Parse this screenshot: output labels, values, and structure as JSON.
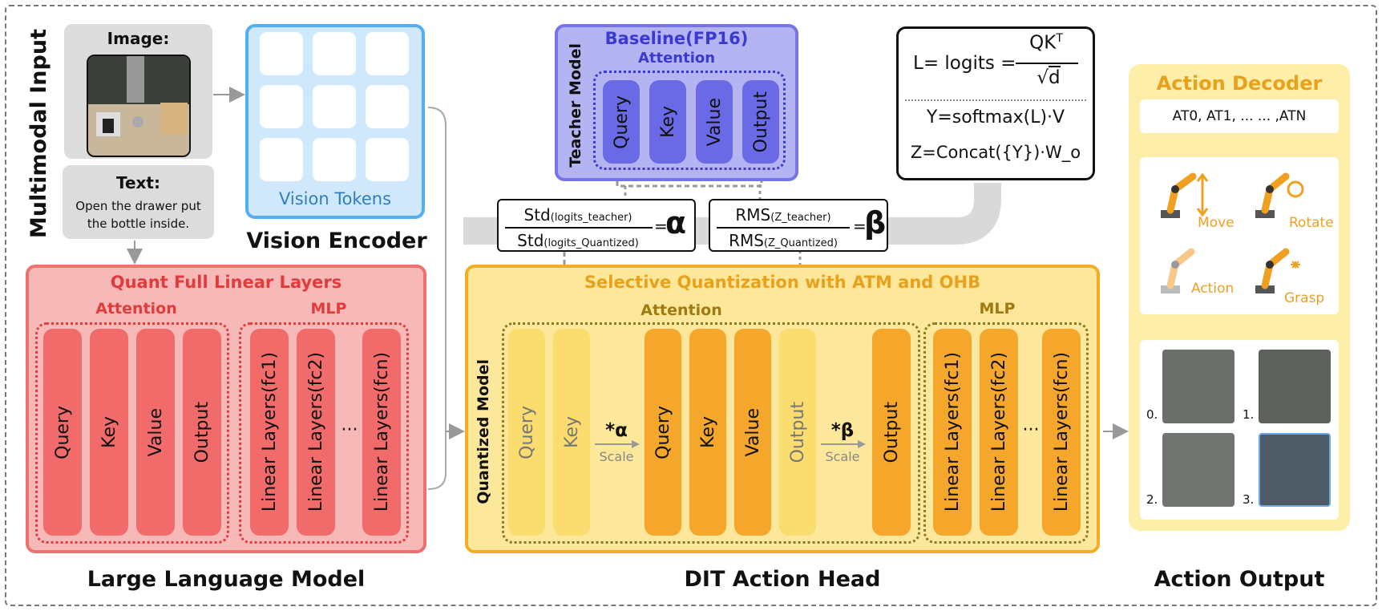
{
  "input": {
    "section_title": "Multimodal Input",
    "image_label": "Image:",
    "text_label": "Text:",
    "instruction": "Open the drawer put the bottle inside."
  },
  "vision_encoder": {
    "tokens_label": "Vision Tokens",
    "title": "Vision Encoder"
  },
  "llm": {
    "box_title": "Quant Full Linear Layers",
    "attention_label": "Attention",
    "mlp_label": "MLP",
    "attention_bars": [
      "Query",
      "Key",
      "Value",
      "Output"
    ],
    "mlp_bars": [
      "Linear Layers(fc1)",
      "Linear Layers(fc2)",
      "Linear Layers(fcn)"
    ],
    "ellipsis": "···",
    "footer": "Large Language Model"
  },
  "teacher": {
    "side_label": "Teacher Model",
    "title": "Baseline(FP16)",
    "attention_label": "Attention",
    "bars": [
      "Query",
      "Key",
      "Value",
      "Output"
    ]
  },
  "formula": {
    "line1_lhs": "L= logits =",
    "numerator": "QK",
    "numerator_sup": "T",
    "denominator": "d",
    "line2": "Y=softmax(L)·V",
    "line3": "Z=Concat({Y})·W_o"
  },
  "alpha_box": {
    "num": "Std",
    "num_sub": "(logits_teacher)",
    "den": "Std",
    "den_sub": "(logits_Quantized)",
    "eq": "=",
    "symbol": "α"
  },
  "beta_box": {
    "num": "RMS",
    "num_sub": "(Z_teacher)",
    "den": "RMS",
    "den_sub": "(Z_Quantized)",
    "eq": "=",
    "symbol": "β"
  },
  "dit": {
    "box_title": "Selective Quantization with ATM and OHB",
    "side_label": "Quantized Model",
    "attention_label": "Attention",
    "mlp_label": "MLP",
    "faded_qk": [
      "Query",
      "Key"
    ],
    "scale_a_sym": "*α",
    "scale_label": "Scale",
    "active_qkv": [
      "Query",
      "Key",
      "Value"
    ],
    "faded_output": "Output",
    "scale_b_sym": "*β",
    "final_output": "Output",
    "mlp_bars": [
      "Linear Layers(fc1)",
      "Linear Layers(fc2)",
      "Linear Layers(fcn)"
    ],
    "ellipsis": "···",
    "footer": "DIT Action Head"
  },
  "decoder": {
    "title": "Action Decoder",
    "tokens": "AT0, AT1, ... ... ,ATN",
    "actions": [
      "Move",
      "Rotate",
      "Action",
      "Grasp"
    ],
    "frames": [
      "0.",
      "1.",
      "2.",
      "3."
    ],
    "footer": "Action Output"
  },
  "colors": {
    "vision_blue": "#55aef0",
    "llm_red": "#f07070",
    "teacher_blue": "#7575e8",
    "dit_gold": "#f2ae24",
    "decoder_yellow": "#fdeea9"
  }
}
